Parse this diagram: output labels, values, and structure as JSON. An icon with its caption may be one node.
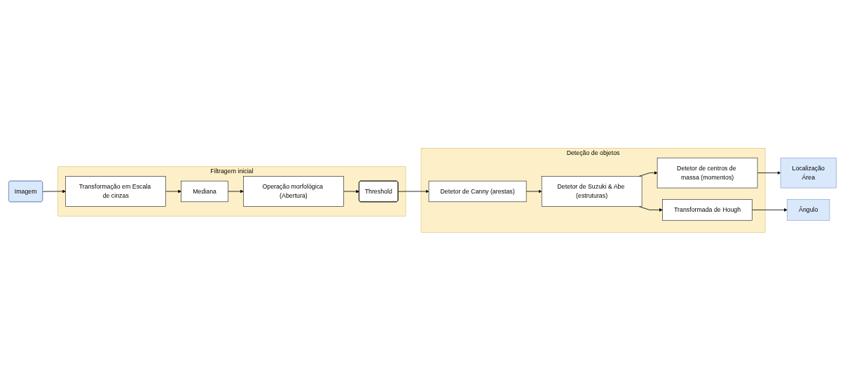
{
  "diagram": {
    "nodes": [
      {
        "text": [
          "Imagem"
        ]
      },
      {
        "text": [
          "Filtragem inicial"
        ]
      },
      {
        "text": [
          "Transformação em Escala de cinzas"
        ],
        "in": 1
      },
      {
        "text": [
          "Mediana"
        ],
        "in": 1
      },
      {
        "text": [
          "Operação morfológica (Abertura)"
        ],
        "in": 1
      },
      {
        "text": [
          "Threshold"
        ],
        "in": 1
      },
      {
        "text": [
          "Deteção de objetos"
        ]
      },
      {
        "text": [
          "Detetor de Canny (arestas)"
        ],
        "in": 6
      },
      {
        "text": [
          "Detetor de Suzuki & Abe (estruturas)"
        ],
        "in": 6
      },
      {
        "text": [
          "Detetor de centros de massa (momentos)"
        ],
        "in": 6
      },
      {
        "text": [
          "Transformada de Hough"
        ],
        "in": 6
      },
      {
        "text": [
          "Localização",
          "Área"
        ]
      },
      {
        "text": [
          "Ângulo"
        ]
      }
    ],
    "edges": [
      {
        "from": 0,
        "to": 2,
        "arrow": "to"
      },
      {
        "from": 2,
        "to": 3,
        "arrow": "to"
      },
      {
        "from": 3,
        "to": 4,
        "arrow": "to"
      },
      {
        "from": 4,
        "to": 5,
        "arrow": "to"
      },
      {
        "from": 5,
        "to": 7,
        "arrow": "to"
      },
      {
        "from": 7,
        "to": 8,
        "arrow": "to"
      },
      {
        "from": 8,
        "to": 9,
        "arrow": "to"
      },
      {
        "from": 8,
        "to": 10,
        "arrow": "to"
      },
      {
        "from": 9,
        "to": 11,
        "arrow": "to"
      },
      {
        "from": 10,
        "to": 12,
        "arrow": "to"
      }
    ]
  }
}
